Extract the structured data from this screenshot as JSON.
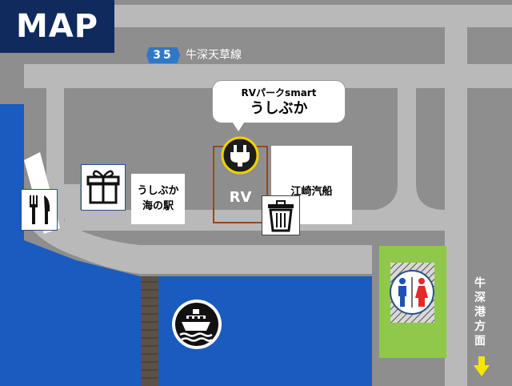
{
  "title": "MAP",
  "route": {
    "number": "35",
    "name": "牛深天草線"
  },
  "rv_park": {
    "line1": "RVパークsmart",
    "line2": "うしぶか",
    "lot_label": "RV"
  },
  "buildings": {
    "ezaki": "江崎汽船",
    "eki_line1": "うしぶか",
    "eki_line2": "海の駅"
  },
  "direction": {
    "chars": [
      "牛",
      "深",
      "港",
      "方",
      "面"
    ]
  },
  "icons": [
    "electric-plug-icon",
    "trash-bin-icon",
    "gift-icon",
    "restaurant-icon",
    "ferry-icon",
    "restroom-icon",
    "down-arrow-icon"
  ],
  "colors": {
    "road": "#b9b9b9",
    "ground": "#8e8e8e",
    "sea": "#1a5bbf",
    "lawn": "#8fc84a",
    "header": "#102a5e",
    "lot_border": "#8b4a2a",
    "arrow": "#f7e600"
  }
}
